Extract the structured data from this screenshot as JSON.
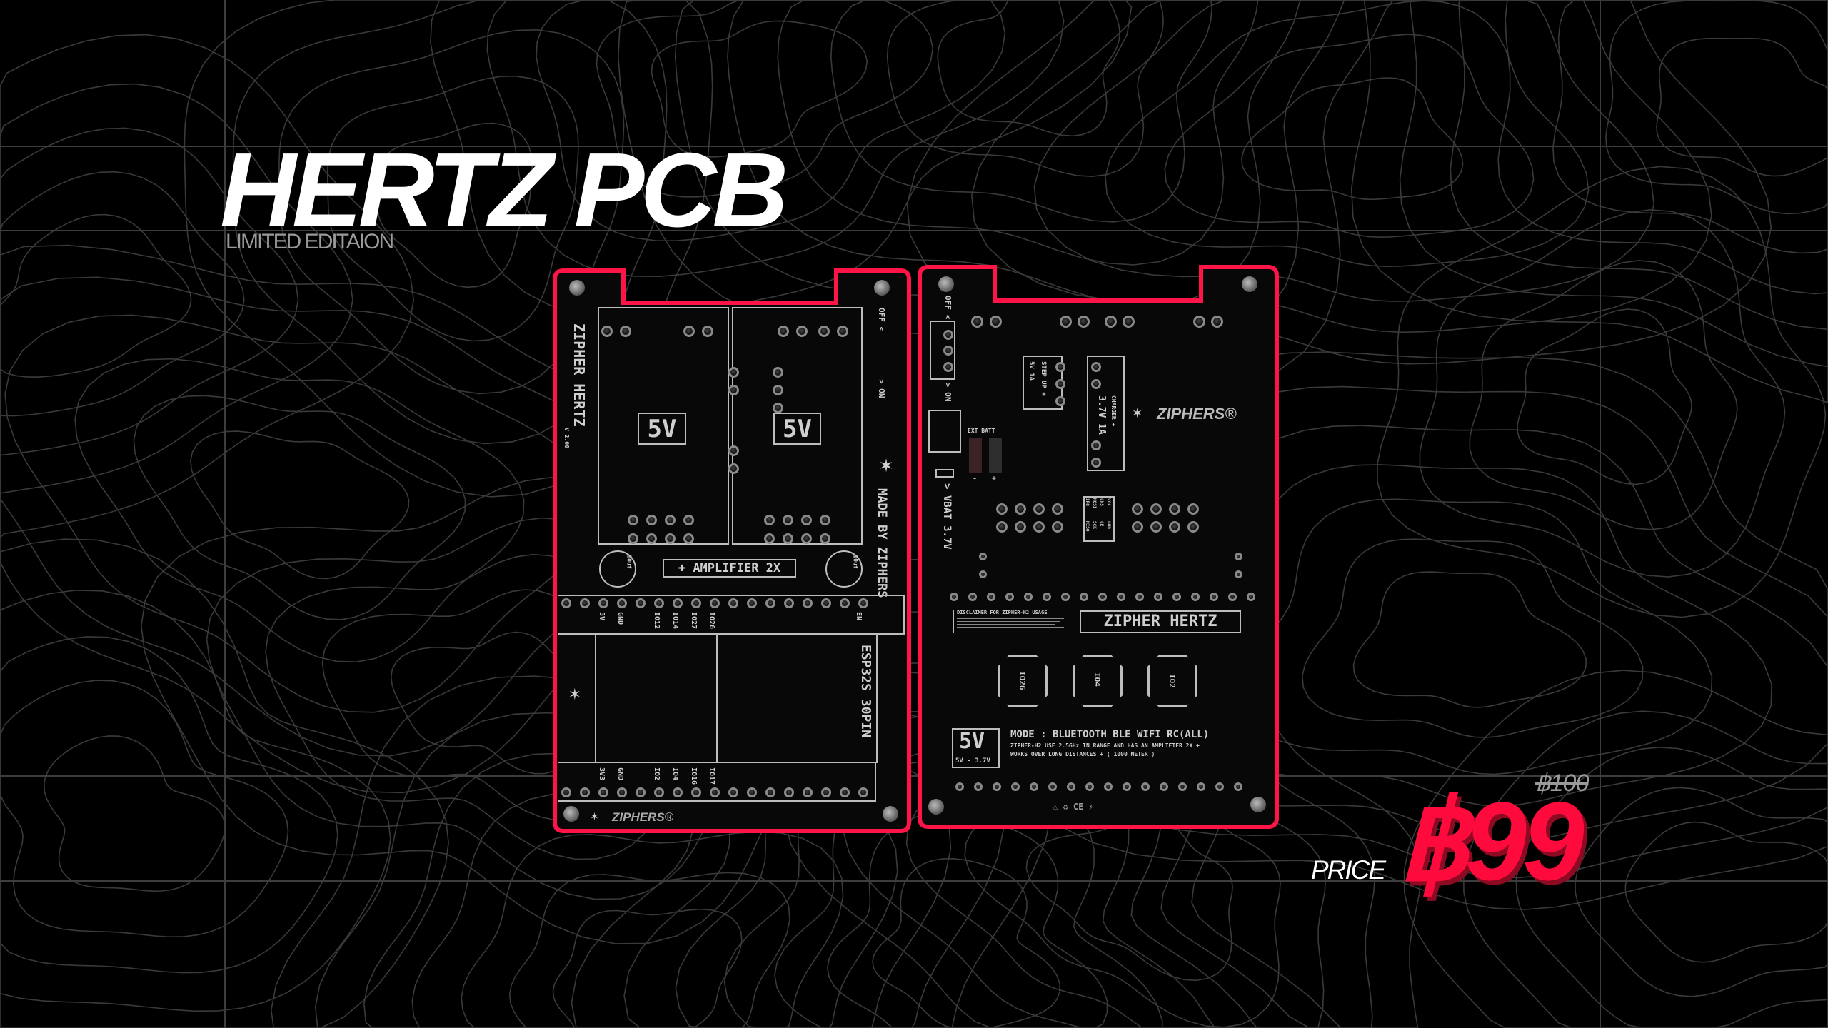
{
  "header": {
    "title": "HERTZ PCB",
    "subtitle": "LIMITED EDITAION"
  },
  "pricing": {
    "label": "PRICE",
    "current": "฿99",
    "original": "฿100"
  },
  "colors": {
    "background": "#000000",
    "accent": "#ff0a3c",
    "pcb_outline": "#ff1447",
    "silkscreen": "#cfcfcf",
    "contour": "#3a3a3a"
  },
  "pcb_top": {
    "name_vertical": "ZIPHER HERTZ",
    "version": "V 2.00",
    "made_by": "MADE BY ZIPHERS",
    "switch_off": "OFF <",
    "switch_on": "> ON",
    "module_left_label": "5V",
    "module_right_label": "5V",
    "amplifier_label": "+ AMPLIFIER 2X",
    "capacitor_label": "10uf",
    "top_pins": [
      "5V",
      "GND",
      "IO12",
      "IO14",
      "IO27",
      "IO26",
      "EN"
    ],
    "bottom_pins": [
      "3V3",
      "GND",
      "IO2",
      "IO4",
      "IO16",
      "IO17"
    ],
    "esp_label": "ESP32S 30PIN",
    "brand": "ZIPHERS®"
  },
  "pcb_bottom": {
    "switch_off": "OFF <",
    "switch_on": "> ON",
    "ext_batt": "EXT BATT",
    "minus": "-",
    "plus": "+",
    "vbat": "> VBAT 3.7V",
    "step_up": "STEP UP +",
    "step_up_sub": "5V 1A",
    "charger": "CHARGER +",
    "charger_sub": "3.7V 1A",
    "brand": "ZIPHERS®",
    "nrf_pins": [
      "VCC",
      "CNS",
      "MOSI",
      "IRQ",
      "GND",
      "CE",
      "SCK",
      "MISO"
    ],
    "disclaimer_title": "DISCLAIMER FOR ZIPHER-H2 USAGE",
    "product_name": "ZIPHER HERTZ",
    "antennas": [
      "IO26",
      "IO4",
      "IO2"
    ],
    "power_badge": "5V",
    "power_badge_sub": "5V - 3.7V",
    "mode": "MODE : BLUETOOTH BLE WIFI RC(ALL)",
    "description_1": "ZIPHER-H2 USE 2.5GHz IN RANGE AND HAS AN AMPLIFIER 2X +",
    "description_2": "WORKS OVER LONG DISTANCES + ( 1000 METER )",
    "cert_marks": "⚠ ♻ CE ⚡"
  }
}
